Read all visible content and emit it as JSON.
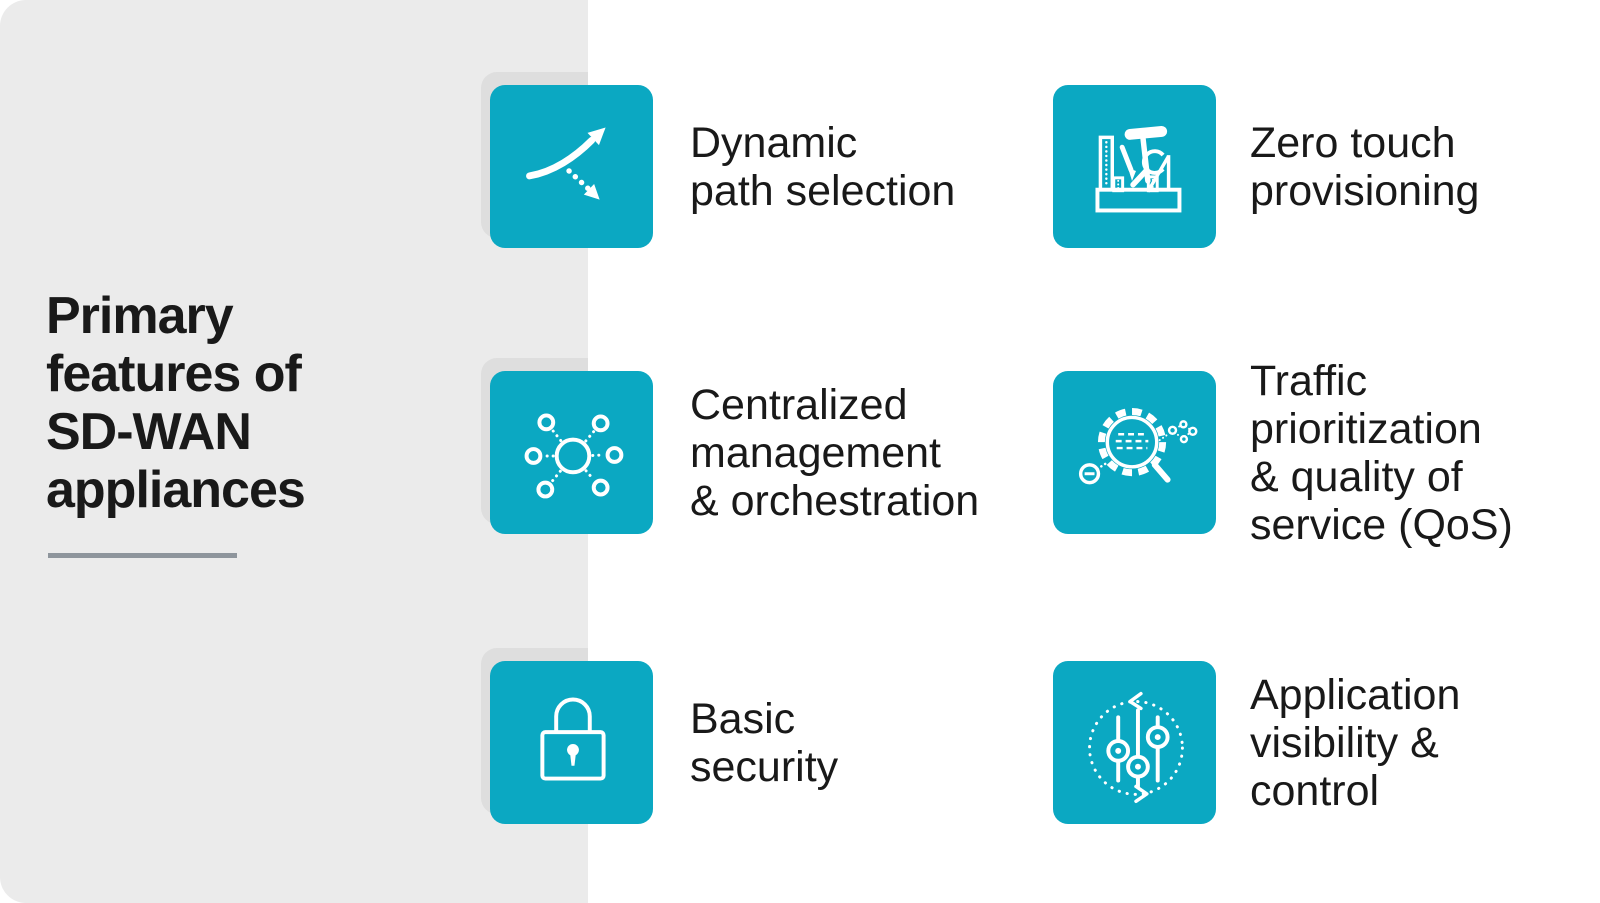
{
  "title": {
    "text": "Primary\nfeatures of\nSD-WAN\nappliances"
  },
  "features": [
    {
      "name": "dynamic-path-selection",
      "label": "Dynamic\npath selection",
      "icon": "curved-arrows-icon"
    },
    {
      "name": "zero-touch-provisioning",
      "label": "Zero touch\nprovisioning",
      "icon": "toolbox-icon"
    },
    {
      "name": "centralized-management-orchestration",
      "label": "Centralized\nmanagement\n& orchestration",
      "icon": "hub-network-icon"
    },
    {
      "name": "traffic-prioritization-qos",
      "label": "Traffic\nprioritization\n& quality of\nservice (QoS)",
      "icon": "gear-magnifier-icon"
    },
    {
      "name": "basic-security",
      "label": "Basic\nsecurity",
      "icon": "padlock-icon"
    },
    {
      "name": "application-visibility-control",
      "label": "Application\nvisibility &\ncontrol",
      "icon": "sliders-cycle-icon"
    }
  ],
  "colors": {
    "tile_teal": "#0ba8c2",
    "panel_gray": "#ebebeb",
    "shadow_gray": "#dedede",
    "text_dark": "#191919",
    "underline_gray": "#8e959c",
    "icon_white": "#ffffff",
    "background": "#ffffff"
  }
}
